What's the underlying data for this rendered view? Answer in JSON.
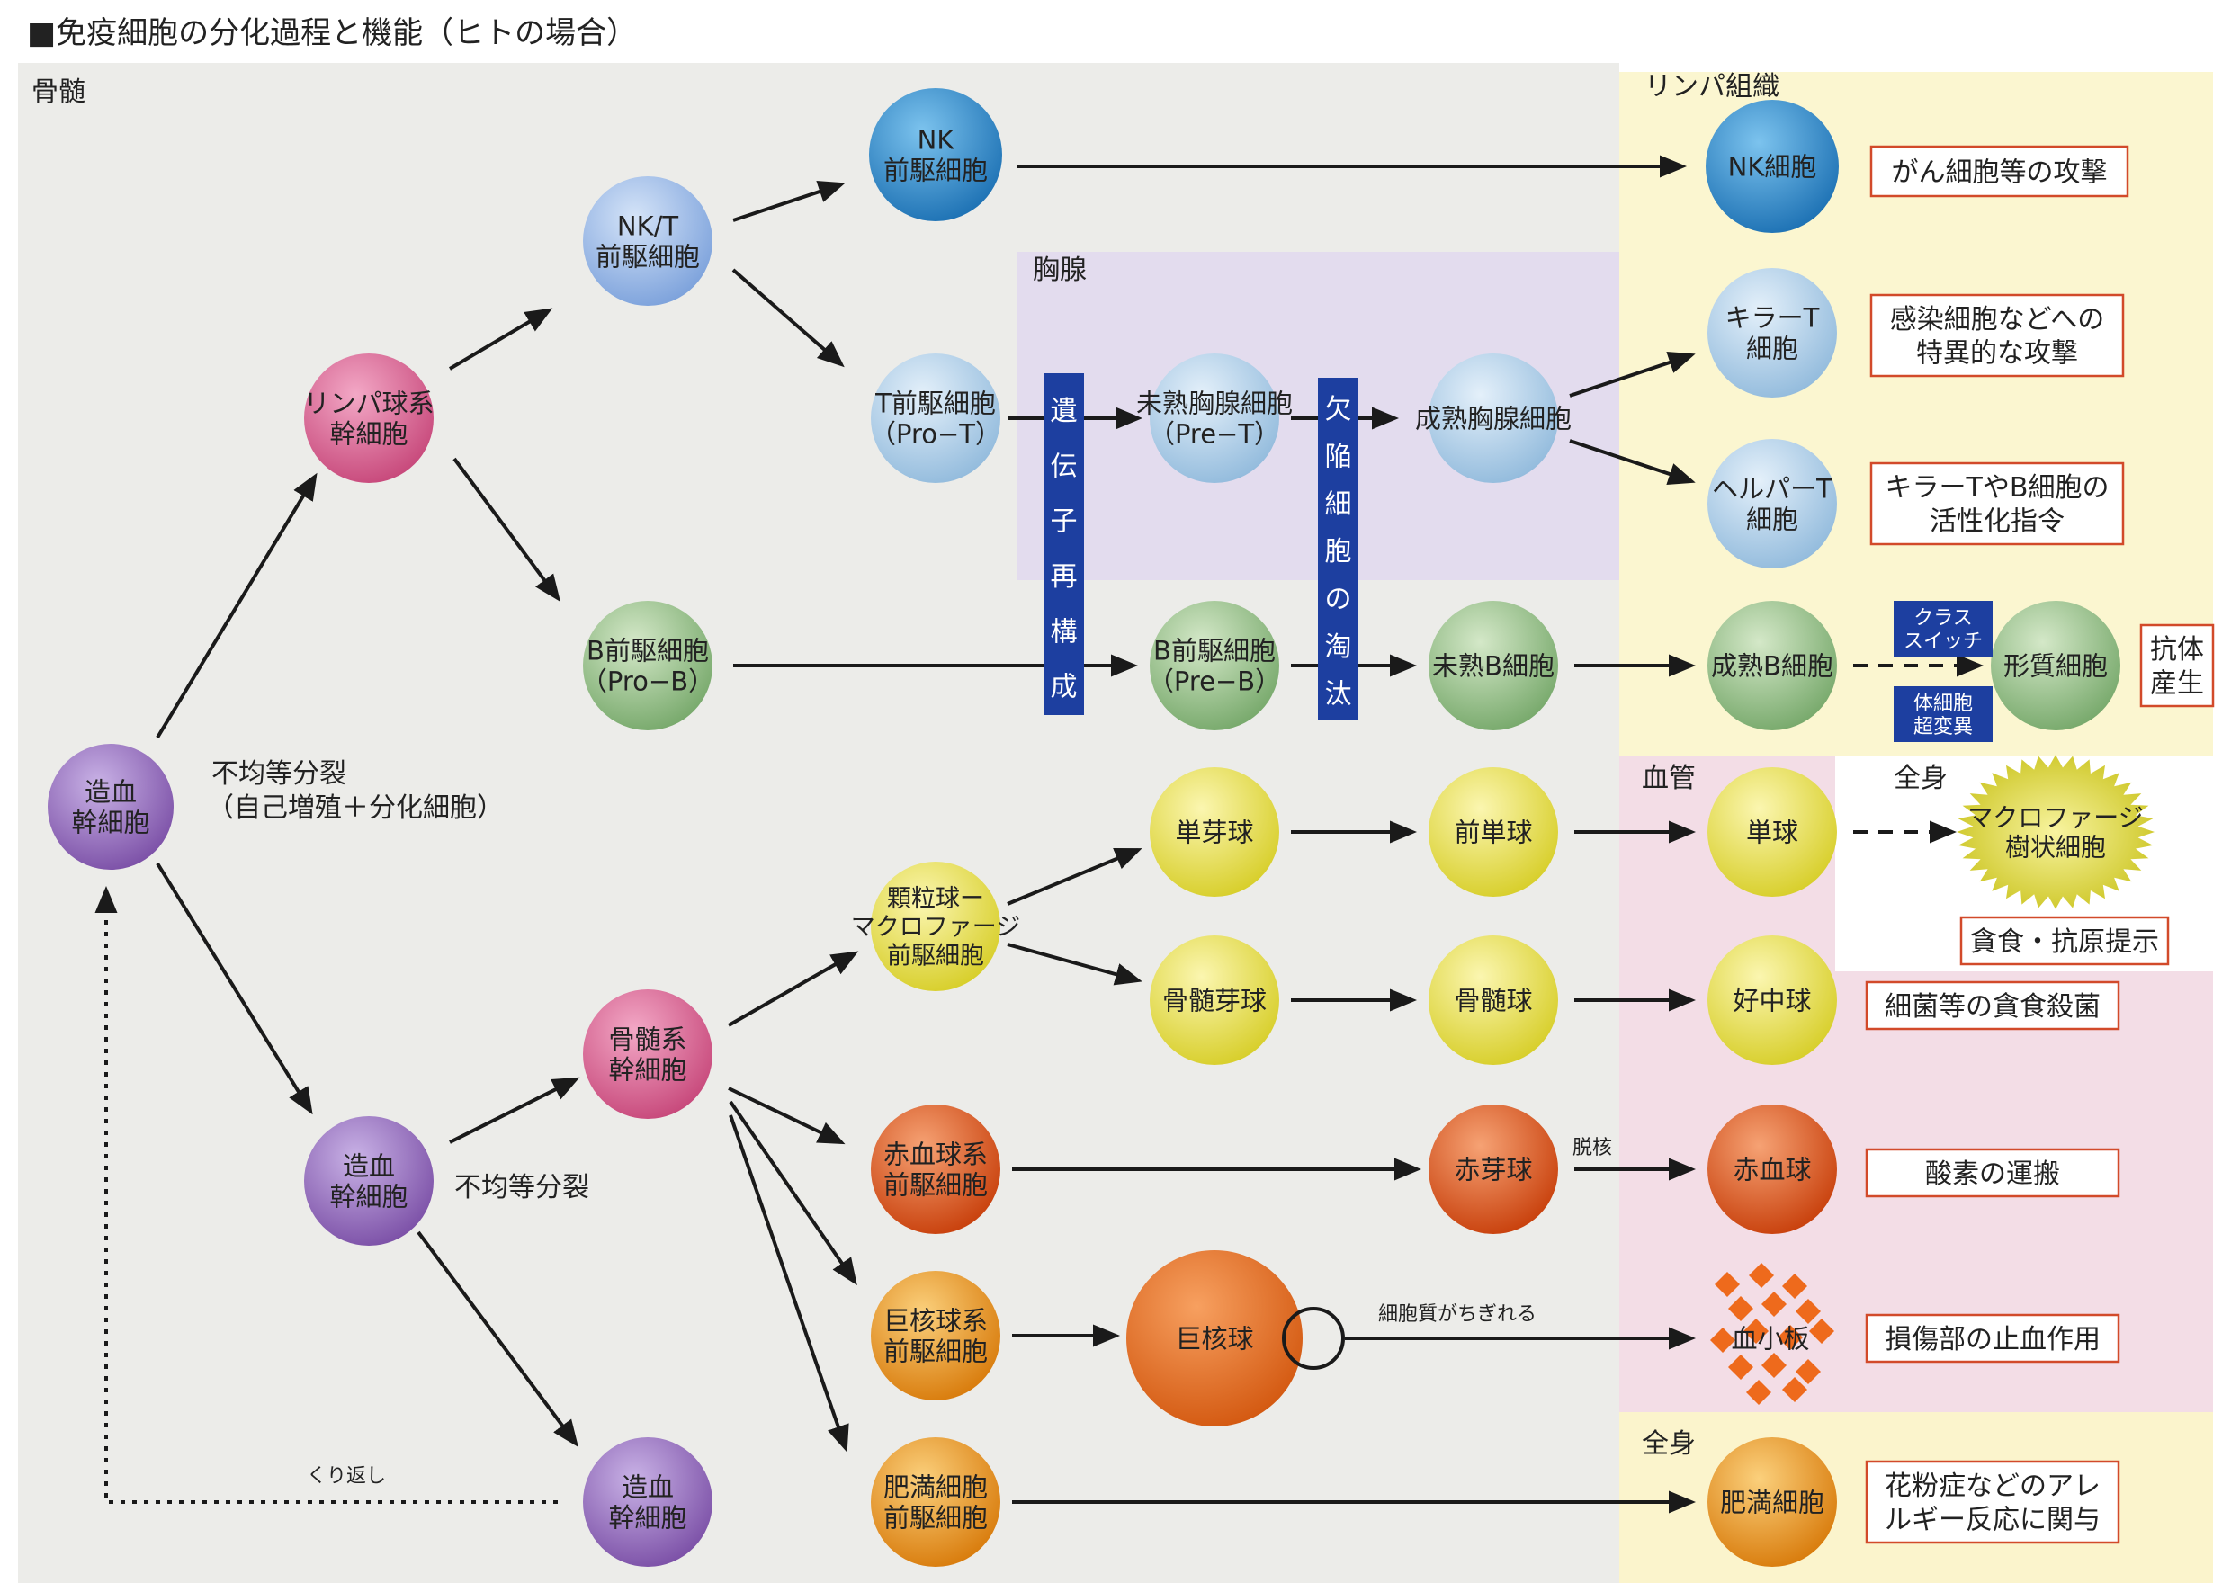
{
  "title": "■免疫細胞の分化過程と機能（ヒトの場合）",
  "regions": {
    "bone_marrow": "骨髄",
    "lymph_tissue": "リンパ組織",
    "thymus": "胸腺",
    "blood_vessel": "血管",
    "whole_body_1": "全身",
    "whole_body_2": "全身"
  },
  "cells": {
    "hsc1": [
      "造血",
      "幹細胞"
    ],
    "hsc2": [
      "造血",
      "幹細胞"
    ],
    "hsc3": [
      "造血",
      "幹細胞"
    ],
    "lymph_stem": [
      "リンパ球系",
      "幹細胞"
    ],
    "myeloid_stem": [
      "骨髄系",
      "幹細胞"
    ],
    "nkt_pre": [
      "NK/T",
      "前駆細胞"
    ],
    "nk_pre": [
      "NK",
      "前駆細胞"
    ],
    "t_pre": [
      "T前駆細胞",
      "（Pro−T）"
    ],
    "b_pre1": [
      "B前駆細胞",
      "（Pro−B）"
    ],
    "immature_thymo": [
      "未熟胸腺細胞",
      "（Pre−T）"
    ],
    "mature_thymo": [
      "成熟胸腺細胞"
    ],
    "b_pre2": [
      "B前駆細胞",
      "（Pre−B）"
    ],
    "immature_b": [
      "未熟B細胞"
    ],
    "nk_cell": [
      "NK細胞"
    ],
    "killer_t": [
      "キラーT",
      "細胞"
    ],
    "helper_t": [
      "ヘルパーT",
      "細胞"
    ],
    "mature_b": [
      "成熟B細胞"
    ],
    "plasma": [
      "形質細胞"
    ],
    "gm_pre": [
      "顆粒球ー",
      "マクロファージ",
      "前駆細胞"
    ],
    "monoblast": [
      "単芽球"
    ],
    "promonocyte": [
      "前単球"
    ],
    "monocyte": [
      "単球"
    ],
    "myeloblast": [
      "骨髄芽球"
    ],
    "myelocyte": [
      "骨髄球"
    ],
    "neutrophil": [
      "好中球"
    ],
    "ery_pre": [
      "赤血球系",
      "前駆細胞"
    ],
    "erythroblast": [
      "赤芽球"
    ],
    "rbc": [
      "赤血球"
    ],
    "mk_pre": [
      "巨核球系",
      "前駆細胞"
    ],
    "megakaryocyte": [
      "巨核球"
    ],
    "platelet": [
      "血小板"
    ],
    "mast_pre": [
      "肥満細胞",
      "前駆細胞"
    ],
    "mast": [
      "肥満細胞"
    ],
    "macrophage": [
      "マクロファージ",
      "樹状細胞"
    ]
  },
  "functions": {
    "nk": "がん細胞等の攻撃",
    "killer": [
      "感染細胞などへの",
      "特異的な攻撃"
    ],
    "helper": [
      "キラーTやB細胞の",
      "活性化指令"
    ],
    "antibody": [
      "抗体",
      "産生"
    ],
    "phagocytosis": "貪食・抗原提示",
    "neutrophil": "細菌等の貪食殺菌",
    "rbc": "酸素の運搬",
    "platelet": "損傷部の止血作用",
    "mast": [
      "花粉症などのアレ",
      "ルギー反応に関与"
    ]
  },
  "bars": {
    "gene": [
      "遺",
      "伝",
      "子",
      "再",
      "構",
      "成"
    ],
    "defect": [
      "欠",
      "陥",
      "細",
      "胞",
      "の",
      "淘",
      "汰"
    ]
  },
  "labels": {
    "unequal1": "不均等分裂",
    "unequal1_sub": "（自己増殖＋分化細胞）",
    "unequal2": "不均等分裂",
    "repeat": "くり返し",
    "enucleation": "脱核",
    "cytoplasm": "細胞質がちぎれる",
    "class_switch": [
      "クラス",
      "スイッチ"
    ],
    "somatic": [
      "体細胞",
      "超変異"
    ]
  },
  "colors": {
    "purple": "#8d62b6",
    "pink": "#d45a8a",
    "blue_dark": "#2f86c6",
    "blue_light": "#8fb3e6",
    "blue_pale": "#a9c9e6",
    "green": "#8ab87e",
    "yellow": "#e6dd45",
    "red": "#d9531e",
    "orange": "#e08a18",
    "navy": "#1d3fa0",
    "func_border": "#d24a2a"
  }
}
